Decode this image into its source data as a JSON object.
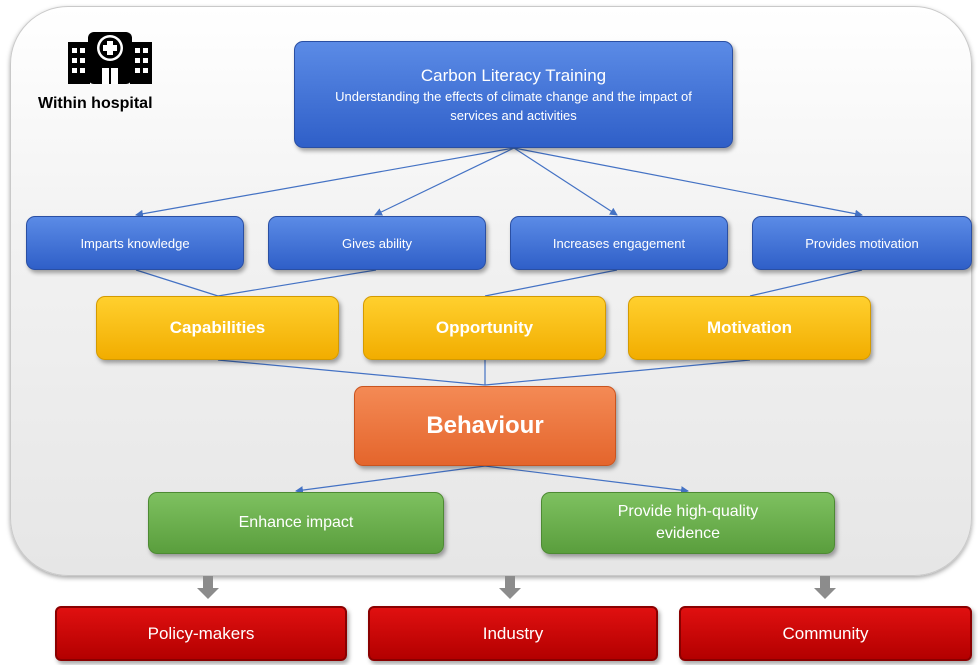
{
  "hospital": {
    "label": "Within hospital",
    "icon": "hospital-icon"
  },
  "training": {
    "title": "Carbon Literacy Training",
    "subtitle": "Understanding the effects of climate change and the impact of services and activities"
  },
  "benefits": [
    {
      "label": "Imparts knowledge"
    },
    {
      "label": "Gives ability"
    },
    {
      "label": "Increases engagement"
    },
    {
      "label": "Provides motivation"
    }
  ],
  "com": [
    {
      "label": "Capabilities"
    },
    {
      "label": "Opportunity"
    },
    {
      "label": "Motivation"
    }
  ],
  "behaviour": {
    "label": "Behaviour"
  },
  "outcomes": [
    {
      "label": "Enhance impact"
    },
    {
      "label": "Provide high-quality evidence"
    }
  ],
  "audiences": [
    {
      "label": "Policy-makers"
    },
    {
      "label": "Industry"
    },
    {
      "label": "Community"
    }
  ],
  "colors": {
    "blue": "#3a6bd6",
    "yellow": "#f9bf0f",
    "orange": "#ec7439",
    "green": "#6bb04e",
    "red": "#c80000",
    "connector": "#4472c4",
    "arrow": "#8c8c8c"
  }
}
